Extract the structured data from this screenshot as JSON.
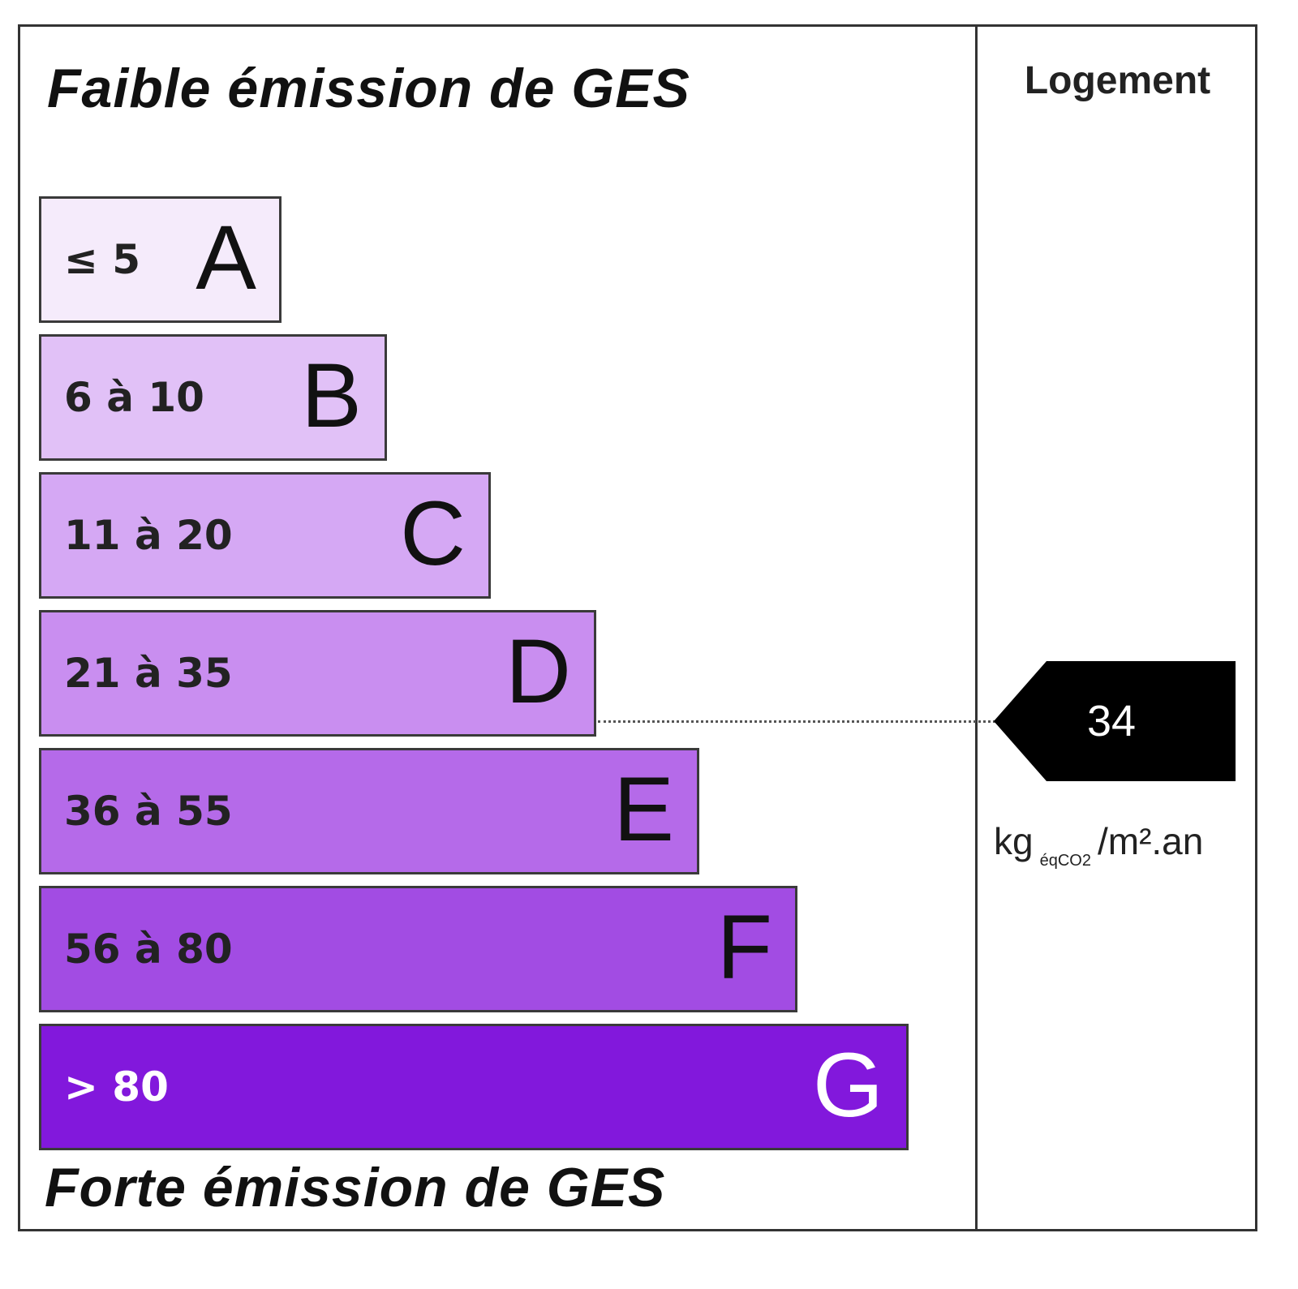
{
  "label": {
    "title_top": "Faible émission de GES",
    "title_bottom": "Forte émission de GES",
    "column_header": "Logement",
    "classes": [
      {
        "range": "≤ 5",
        "letter": "A",
        "color": "#f5ebfb",
        "text_color": "#222222"
      },
      {
        "range": "6 à 10",
        "letter": "B",
        "color": "#e1c1f7",
        "text_color": "#222222"
      },
      {
        "range": "11 à 20",
        "letter": "C",
        "color": "#d5a8f4",
        "text_color": "#222222"
      },
      {
        "range": "21 à 35",
        "letter": "D",
        "color": "#c98ef0",
        "text_color": "#222222"
      },
      {
        "range": "36 à 55",
        "letter": "E",
        "color": "#b56ae9",
        "text_color": "#222222"
      },
      {
        "range": "56 à 80",
        "letter": "F",
        "color": "#a24ce3",
        "text_color": "#222222"
      },
      {
        "range": "> 80",
        "letter": "G",
        "color": "#8218dc",
        "text_color": "#ffffff"
      }
    ],
    "value": "34",
    "value_class": "D",
    "units_main": "kg",
    "units_sub": "éqCO2",
    "units_tail": "/m².an"
  }
}
